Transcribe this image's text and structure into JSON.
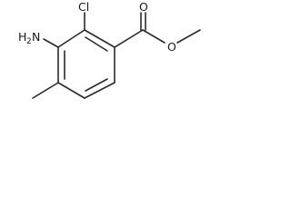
{
  "molecule": {
    "atoms": {
      "chlorine": "Cl",
      "amine_main": "H",
      "amine_subscript": "2",
      "amine_nitrogen": "N",
      "carbonyl_oxygen": "O",
      "ester_oxygen": "O"
    }
  }
}
